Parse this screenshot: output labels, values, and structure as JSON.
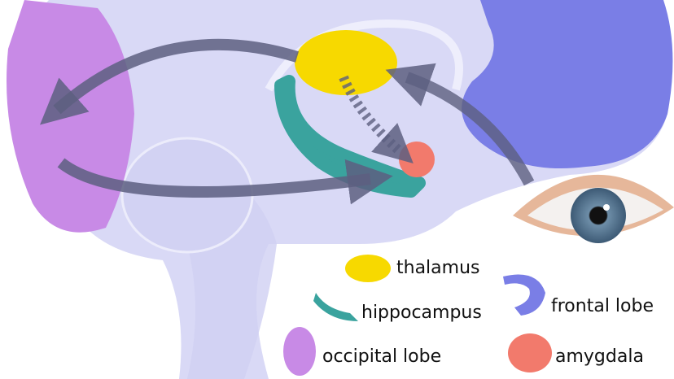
{
  "legend": {
    "thalamus": "thalamus",
    "hippocampus": "hippocampus",
    "frontal_lobe": "frontal lobe",
    "occipital_lobe": "occipital lobe",
    "amygdala": "amygdala"
  },
  "colors": {
    "brain": "#d9d9f6",
    "brain_line": "#eeeefc",
    "thalamus": "#f7d900",
    "hippocampus": "#3aa39e",
    "frontal_lobe": "#7a7ee6",
    "occipital_lobe": "#c88ae6",
    "amygdala": "#f27a6c",
    "arrow": "#5d5f80"
  }
}
